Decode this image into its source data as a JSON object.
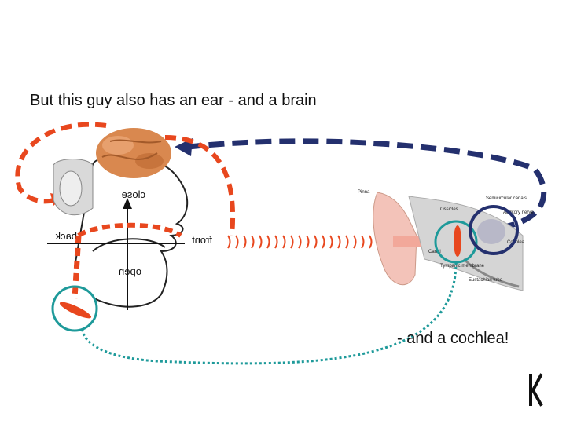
{
  "captions": {
    "top": "But this guy also has an ear - and a brain",
    "bottom": "- and a cochlea!"
  },
  "head_labels": {
    "close": "close",
    "open": "open",
    "front": "front",
    "back": "back"
  },
  "ear_labels": {
    "pinna": "Pinna",
    "ossicles": "Ossicles",
    "semicircular": "Semicircular canals",
    "auditory": "Auditory nerve",
    "cochlea": "Cochlea",
    "canal": "Canal",
    "tympanic": "Tympanic membrane",
    "eustachian": "Eustachian tube"
  },
  "icons": [
    "brain-image",
    "head-image",
    "ear-anatomy-image",
    "sound-waves-icon",
    "nav-glyph-icon"
  ],
  "colors": {
    "red_path": "#e8471e",
    "blue_path": "#24306e",
    "teal": "#1e9a9a",
    "brain": "#d9884f"
  }
}
